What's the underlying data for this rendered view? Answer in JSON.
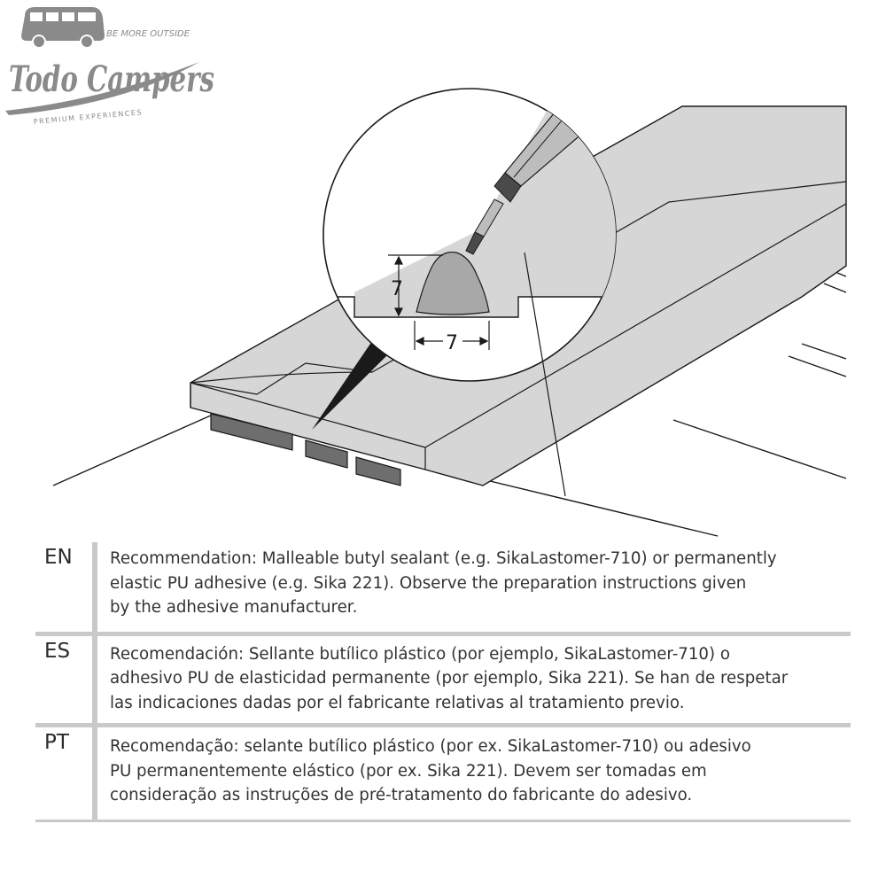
{
  "logo": {
    "brand": "Todo Campers",
    "tagline_top": "BE MORE OUTSIDE",
    "tagline_bottom": "PREMIUM EXPERIENCES",
    "color": "#8a8a8a"
  },
  "diagram": {
    "height_label": "7",
    "width_label": "7",
    "line_color": "#1a1a1a",
    "fill_color": "#d9d9d9"
  },
  "instructions": [
    {
      "code": "EN",
      "lines": [
        "Recommendation: Malleable butyl sealant (e.g. SikaLastomer-710) or permanently",
        "elastic PU adhesive (e.g. Sika 221). Observe the preparation instructions given",
        "by the adhesive manufacturer."
      ]
    },
    {
      "code": "ES",
      "lines": [
        "Recomendación: Sellante butílico plástico (por ejemplo, SikaLastomer-710) o",
        "adhesivo PU de elasticidad permanente (por ejemplo, Sika 221). Se han de respetar",
        "las indicaciones dadas por el fabricante relativas al tratamiento previo."
      ]
    },
    {
      "code": "PT",
      "lines": [
        "Recomendação: selante butílico plástico (por ex. SikaLastomer-710) ou adesivo",
        "PU permanentemente elástico (por ex. Sika 221). Devem ser tomadas em",
        "consideração as instruções de pré-tratamento do fabricante do adesivo."
      ]
    }
  ]
}
